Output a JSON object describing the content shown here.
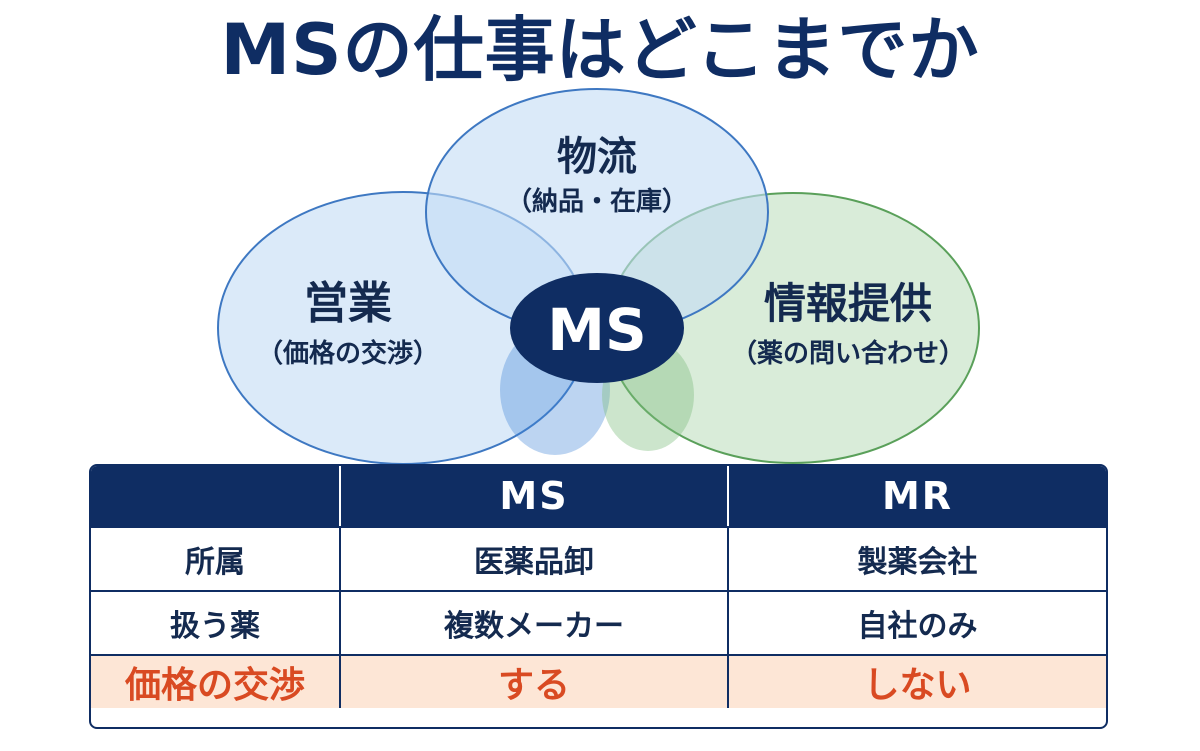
{
  "title": "MSの仕事はどこまでか",
  "venn": {
    "logistics": {
      "label": "物流",
      "sub": "（納品・在庫）"
    },
    "sales": {
      "label": "営業",
      "sub": "（価格の交渉）"
    },
    "info": {
      "label": "情報提供",
      "sub": "（薬の問い合わせ）"
    },
    "center": "MS",
    "colors": {
      "blue": "#b9d4f1",
      "green": "#c4e2c4",
      "navy": "#0f2d63"
    }
  },
  "table": {
    "headers": [
      "",
      "MS",
      "MR"
    ],
    "rows": [
      {
        "label": "所属",
        "ms": "医薬品卸",
        "mr": "製薬会社"
      },
      {
        "label": "扱う薬",
        "ms": "複数メーカー",
        "mr": "自社のみ"
      },
      {
        "label": "価格の交渉",
        "ms": "する",
        "mr": "しない",
        "highlight": true
      }
    ],
    "colors": {
      "header_bg": "#0f2d63",
      "highlight_bg": "#fde6d6",
      "highlight_text": "#d94a22"
    }
  }
}
